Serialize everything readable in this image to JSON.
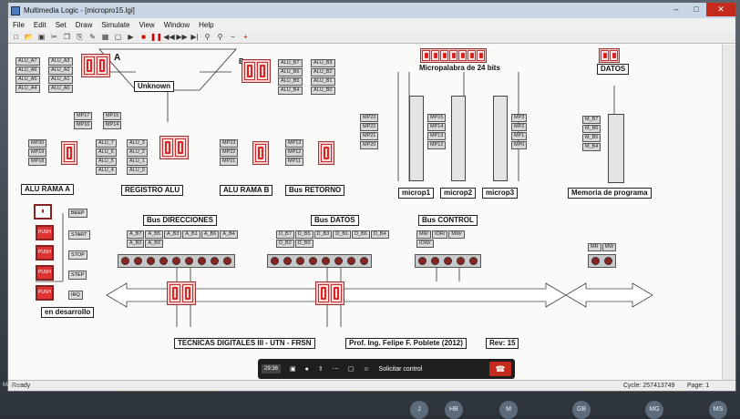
{
  "window": {
    "title": "Multimedia Logic - [micropro15.lgi]"
  },
  "menu": [
    "File",
    "Edit",
    "Set",
    "Draw",
    "Simulate",
    "View",
    "Window",
    "Help"
  ],
  "toolbar": {
    "zoom_out": "−",
    "zoom_in": "+"
  },
  "diagram": {
    "alu_regs_left": [
      "ALU_A7",
      "ALU_A6",
      "ALU_A5",
      "ALU_A4"
    ],
    "alu_regs_left2": [
      "ALU_A3",
      "ALU_A2",
      "ALU_A1",
      "ALU_A0"
    ],
    "label_a": "A",
    "label_b": "B",
    "unknown": "Unknown",
    "alu_regs_right": [
      "ALU_B7",
      "ALU_B6",
      "ALU_B5",
      "ALU_B4"
    ],
    "alu_regs_right2": [
      "ALU_B3",
      "ALU_B2",
      "ALU_B1",
      "ALU_B0"
    ],
    "mp_small": [
      "MP17",
      "MP16"
    ],
    "mp_small2": [
      "MP15",
      "MP14"
    ],
    "microword_title": "Micropalabra de 24 bits",
    "datos_title": "DATOS",
    "alu_rama_a_regs": [
      "MP20",
      "MP19",
      "MP18"
    ],
    "alu_rama_a": "ALU RAMA A",
    "registro_alu_regs": [
      "ALU_7",
      "ALU_6",
      "ALU_5",
      "ALU_4"
    ],
    "registro_alu_regs2": [
      "ALU_3",
      "ALU_2",
      "ALU_1",
      "ALU_0"
    ],
    "registro_alu": "REGISTRO ALU",
    "alu_rama_b_regs": [
      "MP23",
      "MP22",
      "MP21"
    ],
    "alu_rama_b": "ALU RAMA B",
    "bus_retorno_regs": [
      "MP13",
      "MP12",
      "MP11"
    ],
    "bus_retorno": "Bus  RETORNO",
    "microp1_regs": [
      "MP23",
      "MP22",
      "MP21",
      "MP20"
    ],
    "microp1_out": [
      "MP15",
      "MP14",
      "MP13",
      "MP12"
    ],
    "microp1": "microp1",
    "microp2": "microp2",
    "microp3": "microp3",
    "microp3_out": [
      "MP3",
      "MP2",
      "MP1",
      "MP0"
    ],
    "memoria_regs": [
      "M_B7",
      "M_B6",
      "M_B5",
      "M_B4"
    ],
    "memoria": "Memoria de programa",
    "beep": "BEEP",
    "start": "START",
    "stop": "STOP",
    "step": "STEP",
    "irq": "IRQ",
    "push": "PUSH",
    "en_desarrollo": "en desarrollo",
    "bus_direcciones": "Bus  DIRECCIONES",
    "bus_direcciones_regs": [
      "A_B7",
      "A_B6",
      "A_B5",
      "A_B4",
      "A_B3",
      "A_B2",
      "A_B1",
      "A_B0"
    ],
    "bus_datos": "Bus  DATOS",
    "bus_datos_regs": [
      "D_B7",
      "D_B6",
      "D_B5",
      "D_B4",
      "D_B3",
      "D_B2",
      "D_B1",
      "D_B0"
    ],
    "bus_control": "Bus  CONTROL",
    "bus_control_regs": [
      "MR/",
      "MW/",
      "IOR/",
      "IOW/"
    ],
    "mr_mw": [
      "MR",
      "MW"
    ],
    "tecnicas": "TECNICAS DIGITALES III - UTN - FRSN",
    "profesor": "Prof. Ing. Felipe F. Poblete (2012)",
    "rev": "Rev: 15"
  },
  "meeting": {
    "time": "29:36",
    "request_control": "Solicitar control"
  },
  "status": {
    "ready": "Ready",
    "cycle": "Cycle: 257413749",
    "page": "Page: 1"
  },
  "desktop": {
    "label": "Marcos"
  },
  "avatars": [
    "J",
    "HB",
    "M",
    "GB",
    "MG",
    "MS"
  ]
}
